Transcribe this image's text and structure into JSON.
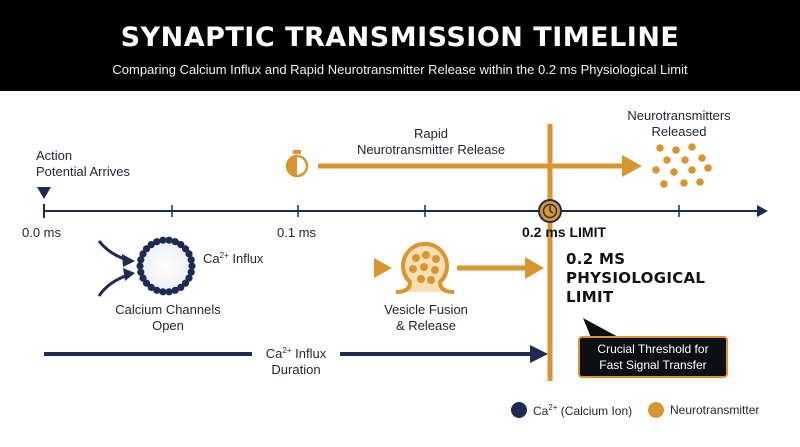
{
  "header": {
    "title": "SYNAPTIC TRANSMISSION TIMELINE",
    "subtitle": "Comparing Calcium Influx and Rapid Neurotransmitter Release within the 0.2 ms Physiological Limit"
  },
  "timeline": {
    "ticks": [
      "0.0 ms",
      "0.1 ms",
      "0.2 ms LIMIT"
    ],
    "action_potential": [
      "Action",
      "Potential Arrives"
    ]
  },
  "release": {
    "label_line1": "Rapid",
    "label_line2": "Neurotransmitter Release",
    "released_line1": "Neurotransmitters",
    "released_line2": "Released"
  },
  "calcium": {
    "channels_line1": "Calcium Channels",
    "channels_line2": "Open",
    "influx_base": "Ca",
    "influx_sup": "2+",
    "influx_rest": " Influx",
    "duration_rest": " Influx",
    "duration_line2": "Duration"
  },
  "vesicle": {
    "line1": "Vesicle Fusion",
    "line2": "& Release"
  },
  "limit": {
    "line1": "0.2 MS",
    "line2": "PHYSIOLOGICAL",
    "line3": "LIMIT",
    "callout_line1": "Crucial Threshold for",
    "callout_line2": "Fast Signal Transfer"
  },
  "legend": {
    "calcium_base": "Ca",
    "calcium_sup": "2+",
    "calcium_rest": " (Calcium Ion)",
    "neuro": "Neurotransmitter"
  },
  "colors": {
    "navy": "#1f2a52",
    "gold": "#d9962f",
    "black": "#000000"
  }
}
